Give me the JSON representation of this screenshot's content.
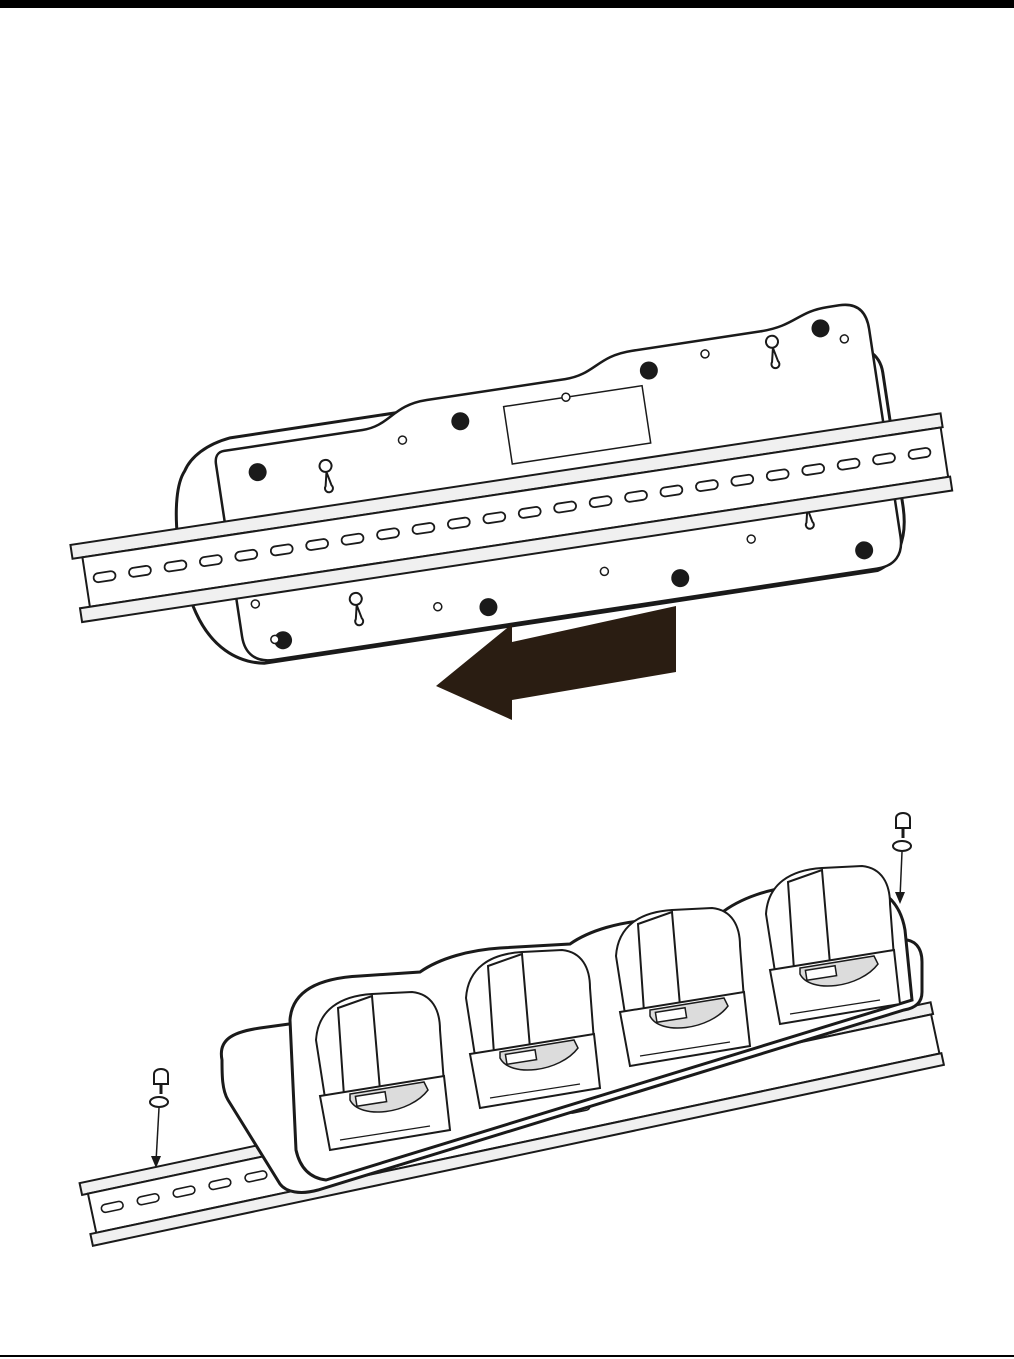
{
  "colors": {
    "ink": "#1a1a1a",
    "arrow": "#2a1d12",
    "paper": "#ffffff",
    "shade": "#dcdcdc",
    "light": "#f0f0f0",
    "rule": "#000000"
  },
  "figures": {
    "rail_mount_step": {
      "arrow_direction": "left",
      "rail_slot_count": 24
    },
    "secure_step": {
      "cradle_bay_count": 4,
      "screw_count": 2
    }
  }
}
